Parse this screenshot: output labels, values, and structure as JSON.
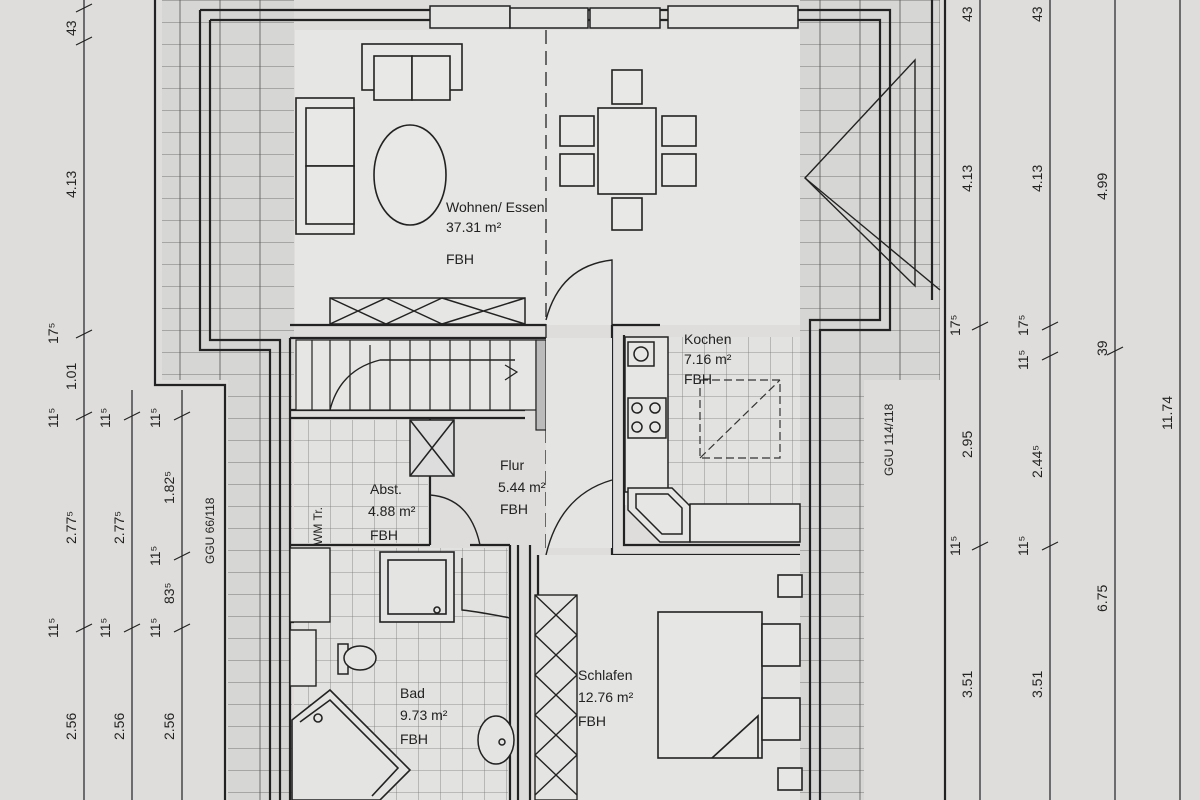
{
  "rooms": {
    "wohnen": {
      "name": "Wohnen/ Essen",
      "area": "37.31 m²",
      "floor": "FBH"
    },
    "kochen": {
      "name": "Kochen",
      "area": "7.16 m²",
      "floor": "FBH"
    },
    "flur": {
      "name": "Flur",
      "area": "5.44 m²",
      "floor": "FBH"
    },
    "abst": {
      "name": "Abst.",
      "area": "4.88 m²",
      "floor": "FBH"
    },
    "bad": {
      "name": "Bad",
      "area": "9.73 m²",
      "floor": "FBH"
    },
    "schlafen": {
      "name": "Schlafen",
      "area": "12.76 m²",
      "floor": "FBH"
    }
  },
  "labels": {
    "ggu_left": "GGU 66/118",
    "ggu_right": "GGU 114/118",
    "wm_tr": "WM Tr."
  },
  "dimensions": {
    "left_col1": [
      "4.13",
      "1.01",
      "2.77⁵",
      "2.56"
    ],
    "left_col1_small": [
      "17⁵",
      "11⁵",
      "11⁵"
    ],
    "left_col2": [
      "2.77⁵",
      "2.56"
    ],
    "left_col2_small": [
      "11⁵",
      "11⁵"
    ],
    "left_col3": [
      "1.82⁵",
      "83⁵",
      "2.56"
    ],
    "left_col3_small": [
      "11⁵",
      "11⁵",
      "11⁵"
    ],
    "left_top": "43",
    "right_col1": [
      "43",
      "4.13",
      "17⁵",
      "2.95",
      "11⁵",
      "3.51"
    ],
    "right_col2": [
      "43",
      "4.13",
      "17⁵",
      "11⁵",
      "2.44⁵",
      "11⁵",
      "3.51"
    ],
    "right_col3": [
      "4.99",
      "39",
      "6.75"
    ],
    "right_col4": [
      "11.74"
    ]
  }
}
